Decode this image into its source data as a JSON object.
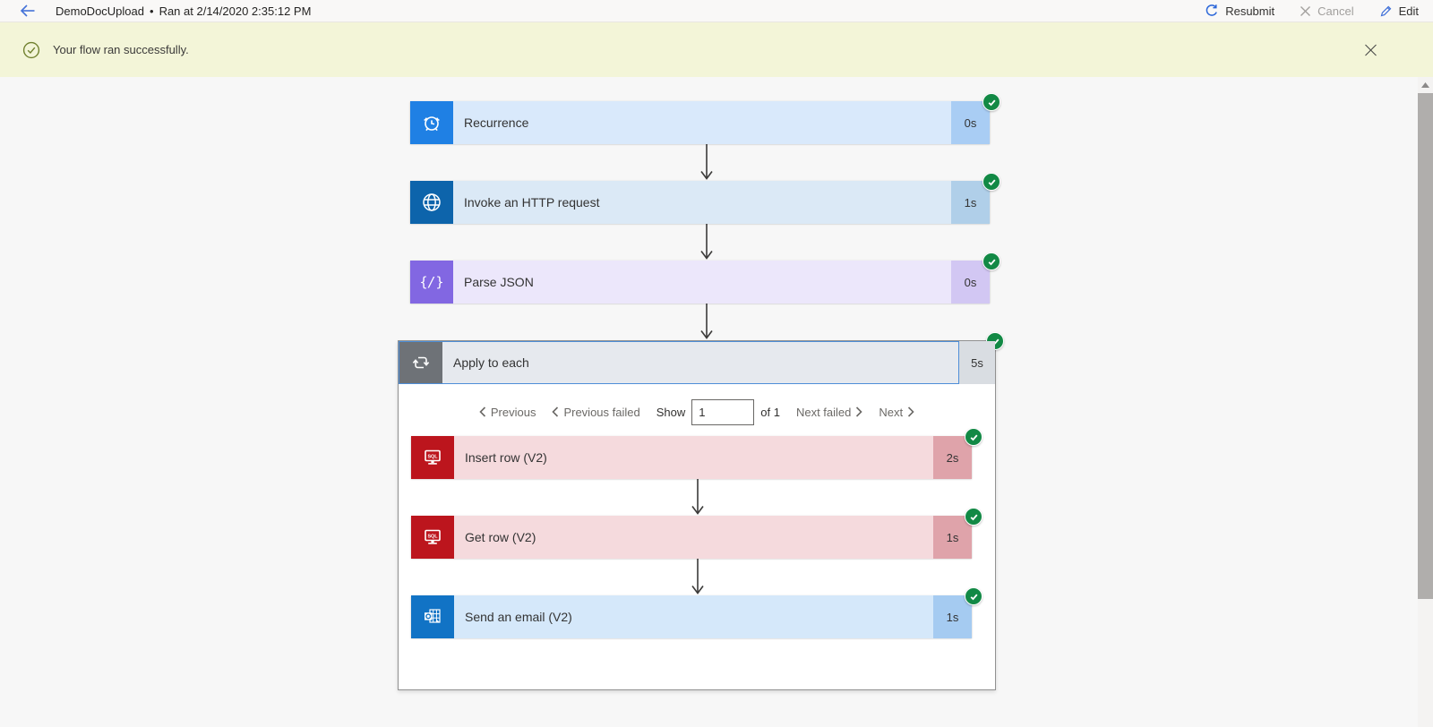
{
  "titlebar": {
    "title": "DemoDocUpload",
    "separator": "•",
    "ran_at": "Ran at 2/14/2020 2:35:12 PM",
    "actions": {
      "resubmit": "Resubmit",
      "cancel": "Cancel",
      "edit": "Edit"
    }
  },
  "banner": {
    "message": "Your flow ran successfully."
  },
  "flow": {
    "nodes": {
      "recurrence": {
        "label": "Recurrence",
        "duration": "0s"
      },
      "http": {
        "label": "Invoke an HTTP request",
        "duration": "1s"
      },
      "parse_json": {
        "label": "Parse JSON",
        "duration": "0s"
      },
      "apply_to_each": {
        "label": "Apply to each",
        "duration": "5s"
      },
      "insert_row": {
        "label": "Insert row (V2)",
        "duration": "2s"
      },
      "get_row": {
        "label": "Get row (V2)",
        "duration": "1s"
      },
      "send_email": {
        "label": "Send an email (V2)",
        "duration": "1s"
      }
    },
    "pagination": {
      "previous": "Previous",
      "previous_failed": "Previous failed",
      "show": "Show",
      "page": "1",
      "of": "of 1",
      "next_failed": "Next failed",
      "next": "Next"
    }
  },
  "colors": {
    "success_green": "#128945",
    "banner_bg": "#f3f5d8",
    "banner_icon_green": "#70802e",
    "recurrence_blue": "#1f80e4",
    "http_blue": "#0d64ab",
    "parse_json_purple": "#8267e2",
    "sql_red": "#bc151d",
    "outlook_blue": "#1173c5",
    "scope_gray": "#6e7277",
    "accent_link_blue": "#3f6fd8"
  },
  "icons": {
    "back": "back-arrow-icon",
    "resubmit": "refresh-icon",
    "cancel": "x-icon",
    "edit": "pencil-icon",
    "banner": "success-check-icon",
    "close": "close-icon",
    "recurrence": "alarm-clock-icon",
    "http": "globe-icon",
    "parse_json": "braces-icon",
    "apply_to_each": "loop-icon",
    "sql": "sql-monitor-icon",
    "outlook": "outlook-icon"
  }
}
